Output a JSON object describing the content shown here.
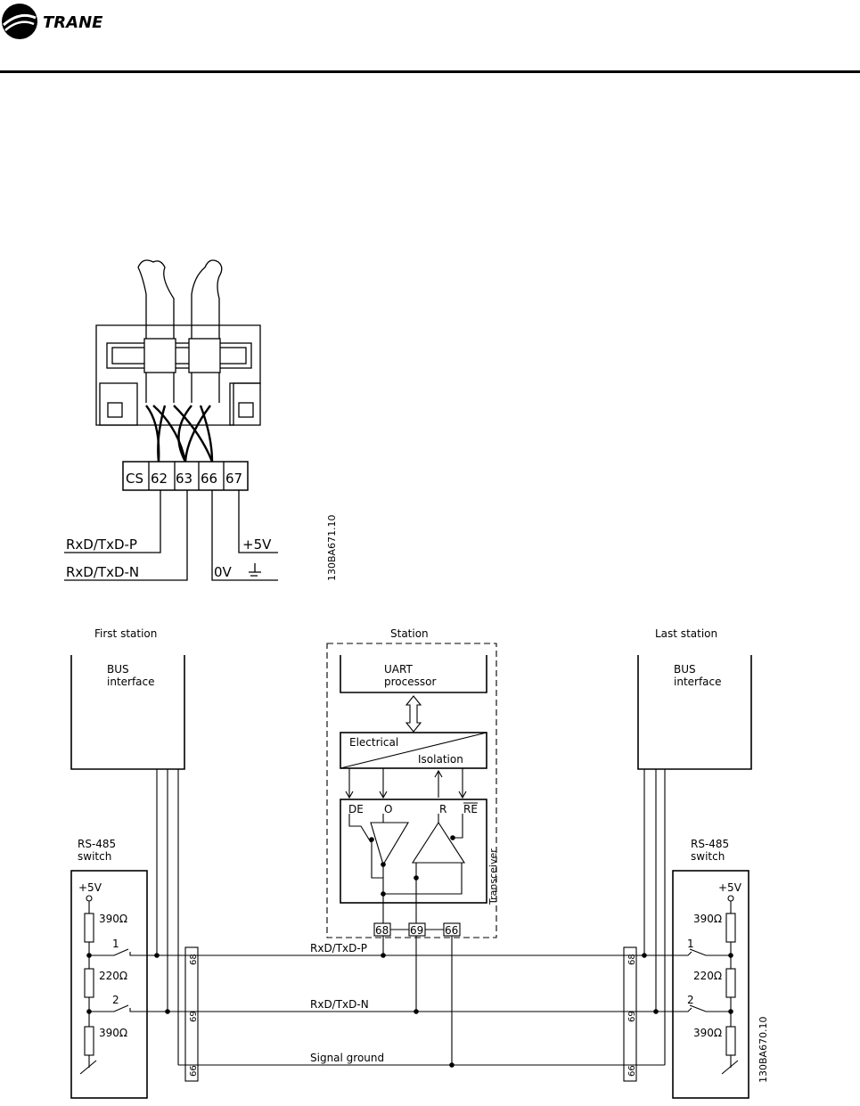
{
  "header": {
    "brand": "TRANE"
  },
  "cable_diagram": {
    "terminals": [
      "CS",
      "62",
      "63",
      "66",
      "67"
    ],
    "labels": {
      "rxd_p": "RxD/TxD-P",
      "rxd_n": "RxD/TxD-N",
      "plus5": "+5V",
      "zero_v": "0V"
    },
    "figure_code": "130BA671.10"
  },
  "bus_diagram": {
    "first_station": {
      "title": "First station",
      "bus1": "BUS",
      "bus2": "interface"
    },
    "station": {
      "title": "Station",
      "uart1": "UART",
      "uart2": "processor",
      "iso1": "Electrical",
      "iso2": "Isolation",
      "pins": [
        "DE",
        "O",
        "R",
        "RE"
      ],
      "transceiver": "Transceiver",
      "terminals": [
        "68",
        "69",
        "66"
      ]
    },
    "last_station": {
      "title": "Last station",
      "bus1": "BUS",
      "bus2": "interface"
    },
    "switch": {
      "title1": "RS-485",
      "title2": "switch",
      "supply": "+5V",
      "r1": "390Ω",
      "r2": "220Ω",
      "r3": "390Ω",
      "sw1": "1",
      "sw2": "2"
    },
    "bus_terminals": [
      "68",
      "69",
      "66"
    ],
    "lines": {
      "p": "RxD/TxD-P",
      "n": "RxD/TxD-N",
      "gnd": "Signal ground"
    },
    "figure_code": "130BA670.10"
  }
}
